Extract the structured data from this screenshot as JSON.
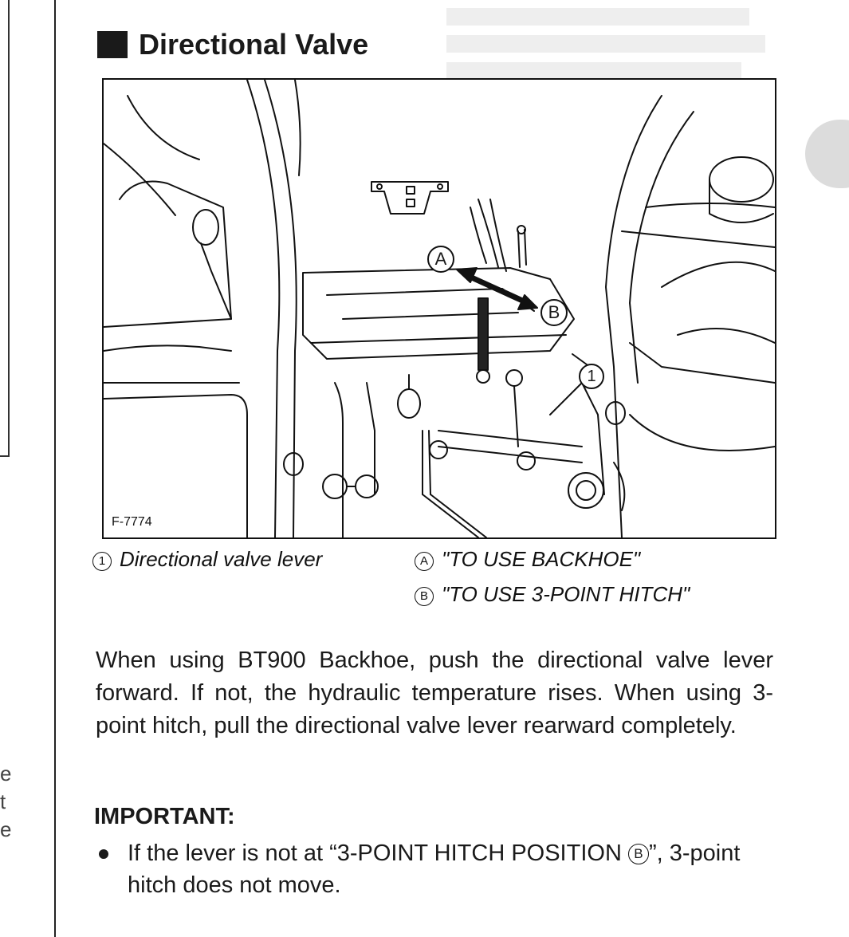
{
  "section": {
    "title": "Directional Valve"
  },
  "figure": {
    "code": "F-7774",
    "marker_a": "A",
    "marker_b": "B",
    "marker_1": "1"
  },
  "callouts": [
    {
      "marker": "1",
      "text": "Directional valve lever"
    },
    {
      "marker": "A",
      "text": "\"TO USE BACKHOE\""
    },
    {
      "marker": "B",
      "text": "\"TO USE 3-POINT HITCH\""
    }
  ],
  "body": {
    "paragraph": "When using BT900 Backhoe, push the directional valve lever forward. If not, the hydraulic temperature rises. When using 3-point hitch, pull the directional valve lever rearward completely."
  },
  "important": {
    "title": "IMPORTANT:",
    "items": [
      {
        "prefix": "If the lever is not at “3-POINT HITCH POSITION ",
        "marker": "B",
        "suffix": "”, 3-point hitch does not move."
      }
    ]
  },
  "left_column": {
    "fragments": [
      "e",
      "t",
      "e"
    ]
  }
}
